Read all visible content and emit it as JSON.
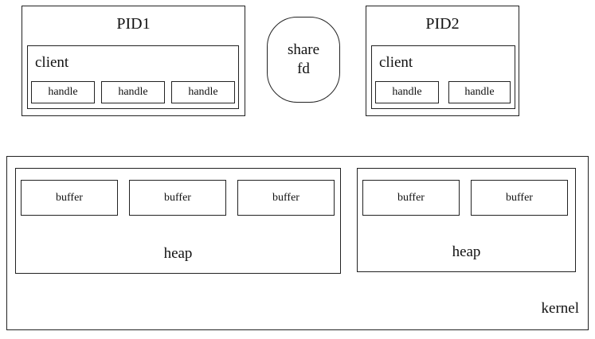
{
  "process1": {
    "title": "PID1",
    "client": {
      "label": "client",
      "handles": [
        "handle",
        "handle",
        "handle"
      ]
    }
  },
  "share": {
    "line1": "share",
    "line2": "fd"
  },
  "process2": {
    "title": "PID2",
    "client": {
      "label": "client",
      "handles": [
        "handle",
        "handle"
      ]
    }
  },
  "kernel": {
    "label": "kernel",
    "heaps": [
      {
        "label": "heap",
        "buffers": [
          "buffer",
          "buffer",
          "buffer"
        ]
      },
      {
        "label": "heap",
        "buffers": [
          "buffer",
          "buffer"
        ]
      }
    ]
  }
}
